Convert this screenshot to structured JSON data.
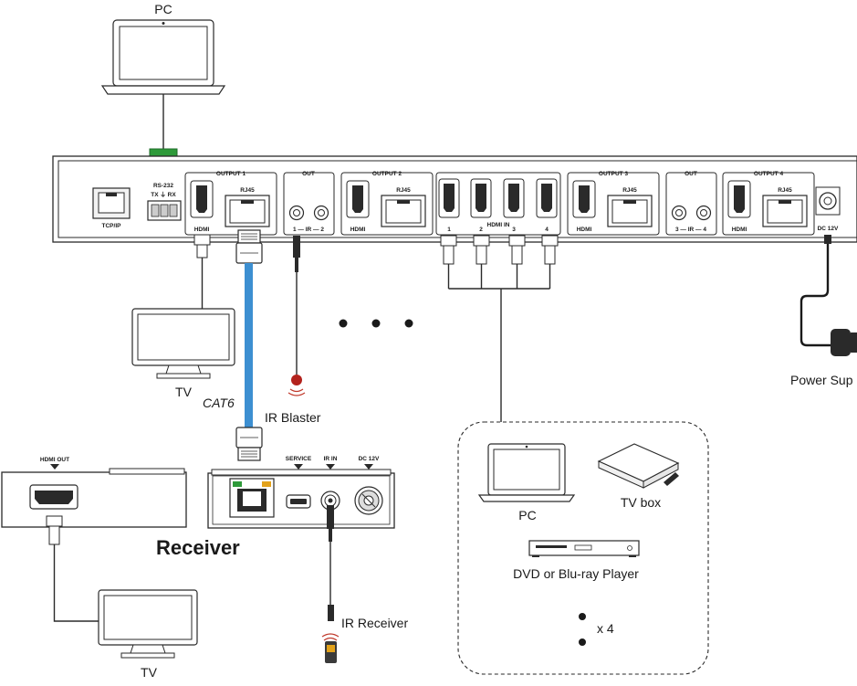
{
  "pc_top": "PC",
  "rs232": {
    "title": "RS-232",
    "pins": "TX ⏚ RX"
  },
  "tcpip": "TCP/IP",
  "outputs": [
    {
      "title": "OUTPUT 1",
      "hdmi": "HDMI",
      "rj45": "RJ45"
    },
    {
      "title": "OUTPUT 2",
      "hdmi": "HDMI",
      "rj45": "RJ45"
    },
    {
      "title": "OUTPUT 3",
      "hdmi": "HDMI",
      "rj45": "RJ45"
    },
    {
      "title": "OUTPUT 4",
      "hdmi": "HDMI",
      "rj45": "RJ45"
    }
  ],
  "ir_out": [
    {
      "title": "OUT",
      "label": "1 — IR — 2"
    },
    {
      "title": "OUT",
      "label": "3 — IR — 4"
    }
  ],
  "hdmi_in": {
    "title": "HDMI IN",
    "ports": [
      "1",
      "2",
      "3",
      "4"
    ]
  },
  "dc_power": "DC 12V",
  "tv_top": "TV",
  "cat6": "CAT6",
  "ir_blaster": "IR Blaster",
  "power_supply": "Power Sup",
  "receiver": {
    "title": "Receiver",
    "service": "SERVICE",
    "ir_in": "IR IN",
    "dc": "DC 12V"
  },
  "display_hdmi_out": "HDMI OUT",
  "tv_bottom": "TV",
  "ir_receiver": "IR Receiver",
  "sources": {
    "pc": "PC",
    "tvbox": "TV box",
    "player": "DVD or Blu-ray Player",
    "count": "x 4"
  }
}
